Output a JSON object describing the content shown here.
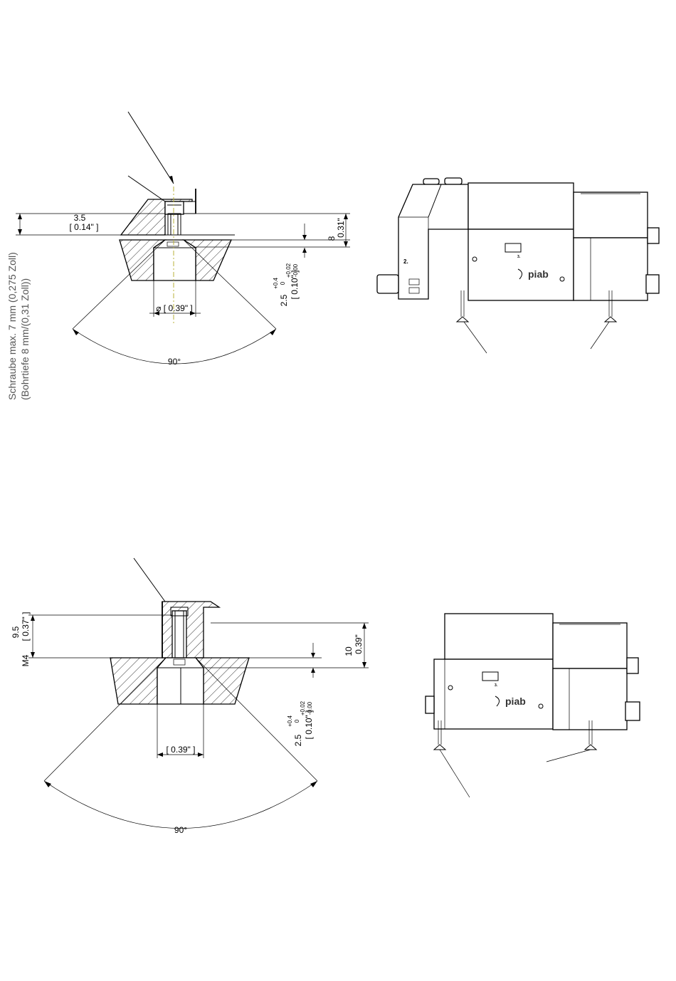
{
  "top_section": {
    "dim_depth": "3.5",
    "dim_depth_in": "[ 0.14\" ]",
    "dim_bore": "⌀ [ 0.39\" ]",
    "dim_height": "8",
    "dim_height_in": "0.31\"",
    "tol_value": "2.5",
    "tol_value_in": "[ 0.10\" ]",
    "tol_upper": "+0.4",
    "tol_lower": "0",
    "tol_upper_in": "+0.02",
    "tol_lower_in": "-0.00",
    "angle": "90°"
  },
  "note": {
    "line1": "Schraube max. 7 mm (0,275 Zoll)",
    "line2": "(Bohrtiefe 8 mm/(0,31 Zoll))"
  },
  "bottom_section": {
    "dim_depth": "9.5",
    "dim_depth_in": "[ 0.37\" ]",
    "thread": "M4",
    "dim_bore": "[ 0.39\" ]",
    "dim_height": "10",
    "dim_height_in": "0.39\"",
    "tol_value": "2.5",
    "tol_value_in": "[ 0.10\" ]",
    "tol_upper": "+0.4",
    "tol_lower": "0",
    "tol_upper_in": "+0.02",
    "tol_lower_in": "-0.00",
    "angle": "90°"
  },
  "device_top": {
    "label_2": "2.",
    "label_3": "3.",
    "logo": "piab"
  },
  "device_bottom": {
    "label_3": "3.",
    "logo": "piab"
  }
}
